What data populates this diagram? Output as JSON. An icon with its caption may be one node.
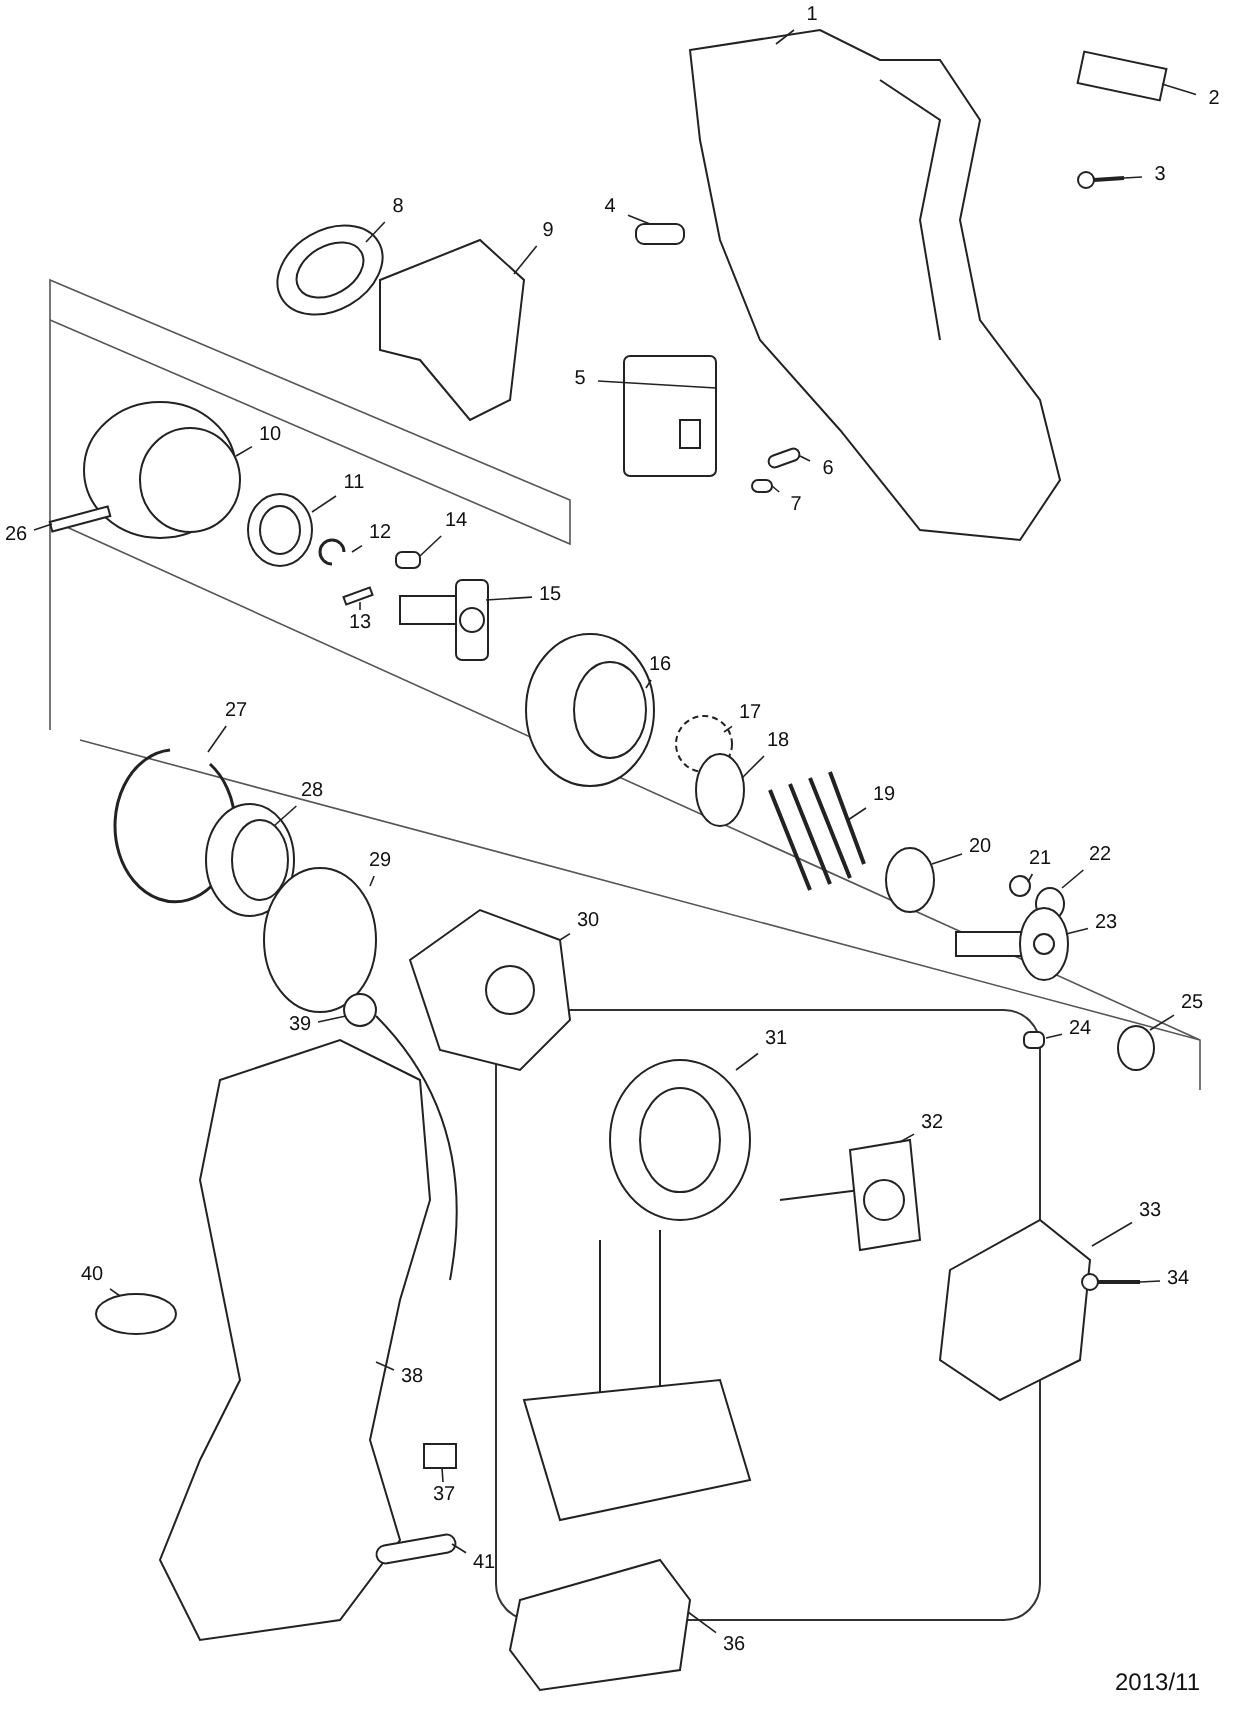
{
  "diagram": {
    "nodes": [
      {
        "text": [
          "1"
        ]
      },
      {
        "text": [
          "2"
        ]
      },
      {
        "text": [
          "3"
        ]
      },
      {
        "text": [
          "4"
        ]
      },
      {
        "text": [
          "5"
        ]
      },
      {
        "text": [
          "6"
        ]
      },
      {
        "text": [
          "7"
        ]
      },
      {
        "text": [
          "8"
        ]
      },
      {
        "text": [
          "9"
        ]
      },
      {
        "text": [
          "10"
        ]
      },
      {
        "text": [
          "11"
        ]
      },
      {
        "text": [
          "12"
        ]
      },
      {
        "text": [
          "13"
        ]
      },
      {
        "text": [
          "14"
        ]
      },
      {
        "text": [
          "15"
        ]
      },
      {
        "text": [
          "16"
        ]
      },
      {
        "text": [
          "17"
        ]
      },
      {
        "text": [
          "18"
        ]
      },
      {
        "text": [
          "19"
        ]
      },
      {
        "text": [
          "20"
        ]
      },
      {
        "text": [
          "21"
        ]
      },
      {
        "text": [
          "22"
        ]
      },
      {
        "text": [
          "23"
        ]
      },
      {
        "text": [
          "24"
        ]
      },
      {
        "text": [
          "25"
        ]
      },
      {
        "text": [
          "26"
        ]
      },
      {
        "text": [
          "27"
        ]
      },
      {
        "text": [
          "28"
        ]
      },
      {
        "text": [
          "29"
        ]
      },
      {
        "text": [
          "30"
        ]
      },
      {
        "text": [
          "31"
        ]
      },
      {
        "text": [
          "32"
        ]
      },
      {
        "text": [
          "33"
        ]
      },
      {
        "text": [
          "34"
        ]
      },
      {
        "text": [
          "36"
        ]
      },
      {
        "text": [
          "37"
        ]
      },
      {
        "text": [
          "38"
        ]
      },
      {
        "text": [
          "39"
        ]
      },
      {
        "text": [
          "40"
        ]
      },
      {
        "text": [
          "41"
        ]
      },
      {
        "text": [],
        "shape": "picture"
      },
      {
        "text": [],
        "shape": "box"
      },
      {
        "text": [],
        "shape": "picture"
      },
      {
        "text": [],
        "shape": "box"
      },
      {
        "text": [],
        "shape": "picture"
      },
      {
        "text": [],
        "shape": "box"
      },
      {
        "text": [],
        "shape": "box"
      },
      {
        "text": [],
        "shape": "picture"
      },
      {
        "text": [],
        "shape": "picture"
      },
      {
        "text": [],
        "shape": "picture"
      },
      {
        "text": [],
        "shape": "picture"
      },
      {
        "text": [],
        "shape": "picture"
      },
      {
        "text": [],
        "shape": "box"
      },
      {
        "text": [],
        "shape": "box"
      },
      {
        "text": [],
        "shape": "picture"
      },
      {
        "text": [],
        "shape": "picture"
      },
      {
        "text": [],
        "shape": "circle"
      },
      {
        "text": [],
        "shape": "circle"
      },
      {
        "text": [],
        "shape": "picture"
      },
      {
        "text": [],
        "shape": "circle"
      },
      {
        "text": [],
        "shape": "circle"
      },
      {
        "text": [],
        "shape": "circle"
      },
      {
        "text": [],
        "shape": "picture"
      },
      {
        "text": [],
        "shape": "box"
      },
      {
        "text": [],
        "shape": "circle"
      },
      {
        "text": [],
        "shape": "box"
      },
      {
        "text": [],
        "shape": "picture"
      },
      {
        "text": [],
        "shape": "picture"
      },
      {
        "text": [],
        "shape": "circle"
      },
      {
        "text": [],
        "shape": "picture"
      },
      {
        "text": [],
        "shape": "picture"
      },
      {
        "text": [],
        "shape": "picture"
      },
      {
        "text": [],
        "shape": "picture"
      },
      {
        "text": [],
        "shape": "picture"
      },
      {
        "text": [],
        "shape": "picture"
      },
      {
        "text": [],
        "shape": "box"
      },
      {
        "text": [],
        "shape": "picture"
      },
      {
        "text": [],
        "shape": "picture"
      },
      {
        "text": [],
        "shape": "circle"
      },
      {
        "text": [],
        "shape": "box"
      }
    ],
    "edges": [
      {
        "from": 0,
        "to": 40,
        "arrow": "none"
      },
      {
        "from": 1,
        "to": 41,
        "arrow": "none"
      },
      {
        "from": 2,
        "to": 42,
        "arrow": "none"
      },
      {
        "from": 3,
        "to": 43,
        "arrow": "none"
      },
      {
        "from": 4,
        "to": 44,
        "arrow": "none"
      },
      {
        "from": 5,
        "to": 45,
        "arrow": "none"
      },
      {
        "from": 6,
        "to": 46,
        "arrow": "none"
      },
      {
        "from": 7,
        "to": 47,
        "arrow": "none"
      },
      {
        "from": 8,
        "to": 48,
        "arrow": "none"
      },
      {
        "from": 9,
        "to": 49,
        "arrow": "none"
      },
      {
        "from": 10,
        "to": 50,
        "arrow": "none"
      },
      {
        "from": 11,
        "to": 51,
        "arrow": "none"
      },
      {
        "from": 12,
        "to": 52,
        "arrow": "none"
      },
      {
        "from": 13,
        "to": 53,
        "arrow": "none"
      },
      {
        "from": 14,
        "to": 54,
        "arrow": "none"
      },
      {
        "from": 15,
        "to": 55,
        "arrow": "none"
      },
      {
        "from": 16,
        "to": 56,
        "arrow": "none"
      },
      {
        "from": 17,
        "to": 57,
        "arrow": "none"
      },
      {
        "from": 18,
        "to": 58,
        "arrow": "none"
      },
      {
        "from": 19,
        "to": 59,
        "arrow": "none"
      },
      {
        "from": 20,
        "to": 60,
        "arrow": "none"
      },
      {
        "from": 21,
        "to": 61,
        "arrow": "none"
      },
      {
        "from": 22,
        "to": 62,
        "arrow": "none"
      },
      {
        "from": 23,
        "to": 63,
        "arrow": "none"
      },
      {
        "from": 24,
        "to": 64,
        "arrow": "none"
      },
      {
        "from": 25,
        "to": 65,
        "arrow": "none"
      },
      {
        "from": 26,
        "to": 66,
        "arrow": "none"
      },
      {
        "from": 27,
        "to": 67,
        "arrow": "none"
      },
      {
        "from": 28,
        "to": 68,
        "arrow": "none"
      },
      {
        "from": 29,
        "to": 69,
        "arrow": "none"
      },
      {
        "from": 30,
        "to": 70,
        "arrow": "none"
      },
      {
        "from": 31,
        "to": 71,
        "arrow": "none"
      },
      {
        "from": 32,
        "to": 72,
        "arrow": "none"
      },
      {
        "from": 33,
        "to": 73,
        "arrow": "none"
      },
      {
        "from": 34,
        "to": 74,
        "arrow": "none"
      },
      {
        "from": 35,
        "to": 75,
        "arrow": "none"
      },
      {
        "from": 36,
        "to": 76,
        "arrow": "none"
      },
      {
        "from": 37,
        "to": 77,
        "arrow": "none"
      },
      {
        "from": 38,
        "to": 78,
        "arrow": "none"
      },
      {
        "from": 39,
        "to": 79,
        "arrow": "none"
      }
    ],
    "labels": [
      "2013/11"
    ]
  }
}
